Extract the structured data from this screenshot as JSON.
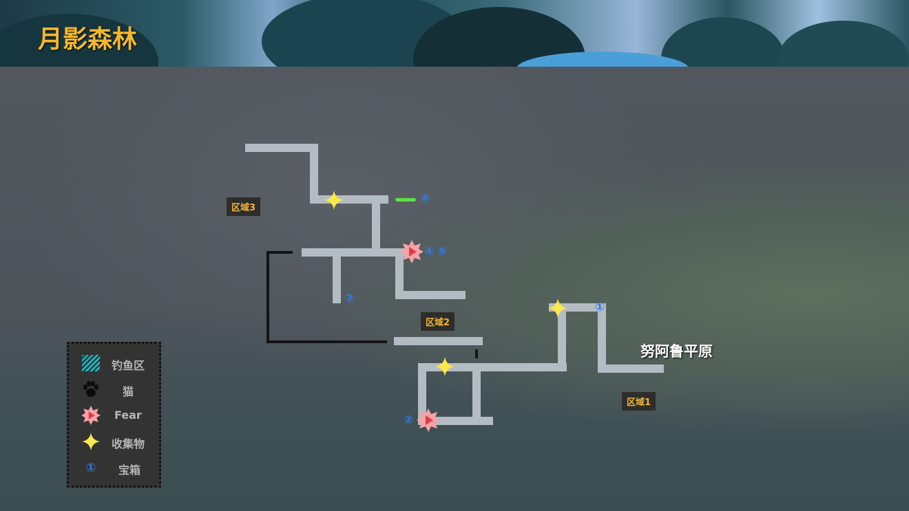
{
  "header": {
    "title": "月影森林"
  },
  "map": {
    "zones": [
      "区域3",
      "区域2",
      "区域1"
    ],
    "region_exit": "努阿鲁平原",
    "chest_numbers": [
      "①",
      "②",
      "③",
      "④",
      "⑤",
      "⑥"
    ]
  },
  "legend": {
    "items": [
      {
        "icon": "fishing-zone-icon",
        "label": "钓鱼区"
      },
      {
        "icon": "cat-paw-icon",
        "label": "猫"
      },
      {
        "icon": "fear-icon",
        "label": "Fear"
      },
      {
        "icon": "collectible-star-icon",
        "label": "收集物"
      },
      {
        "icon": "treasure-chest-number-icon",
        "symbol": "①",
        "label": "宝箱"
      }
    ]
  },
  "colors": {
    "path": "#b4bcc3",
    "title": "#f4b82a",
    "zone_label": "#f0b533",
    "chest": "#2a7df0",
    "star": "#fbe84a",
    "fear": "#f7a2a8"
  }
}
